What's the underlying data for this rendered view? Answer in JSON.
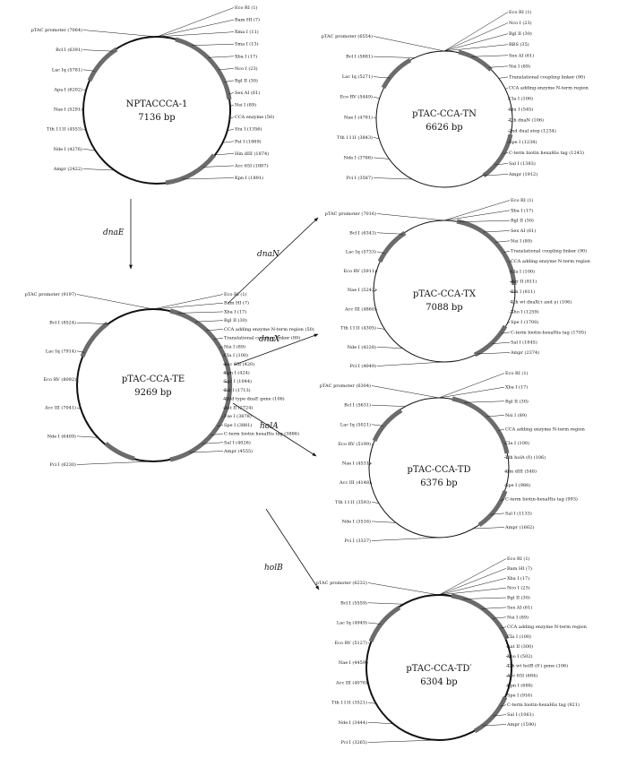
{
  "colors": {
    "ink": "#111111",
    "gene": "#6b6b6b",
    "background": "#ffffff"
  },
  "steps": {
    "dnaE": "dnaE",
    "dnaN": "dnaN",
    "dnaX": "dnaX",
    "holA": "holA",
    "holB": "holB"
  },
  "plasmids": [
    {
      "id": "npt",
      "name": "NPTACCCA-1",
      "size": "7136 bp",
      "labels": [
        "Eco RI (1)",
        "Bam HI (7)",
        "Xma I (11)",
        "Sma I (13)",
        "Xba I (17)",
        "Nco I (23)",
        "Bgl II (30)",
        "Sex AI (61)",
        "Nsi I (89)",
        "CCA enzyme (50)",
        "Stu I (1356)",
        "Pst I (1869)",
        "Hin dIII (1874)",
        "Acc 65I (1887)",
        "Kpn I (1891)",
        "Ampr (2422)",
        "Nde I (4276)",
        "Tth 111I (4553)",
        "Nae I (5291)",
        "Apa I (6202)",
        "Lac Iq (5781)",
        "Bcl I (6391)",
        "pTAC promoter (7064)"
      ]
    },
    {
      "id": "te",
      "name": "pTAC-CCA-TE",
      "size": "9269 bp",
      "labels": [
        "Eco RI (1)",
        "Bam HI (7)",
        "Xba I (17)",
        "Bgl II (30)",
        "CCA adding enzyme N-term region (50)",
        "Translational coupling linker (89)",
        "Nsi I (89)",
        "Cla I (100)",
        "Acc 65I (420)",
        "Kpn I (424)",
        "Sac I (1044)",
        "Pst I (1713)",
        "Wild type dnaE gene (106)",
        "Aat II (2724)",
        "Fse I (3878)",
        "Spe I (3881)",
        "C-term biotin hexaHis tag (3886)",
        "Sal I (4026)",
        "Ampr (4555)",
        "Pci I (6230)",
        "Nde I (6409)",
        "Acc III (7041)",
        "Eco RV (8092)",
        "Lac Iq (7914)",
        "Bcl I (8524)",
        "pTAC promoter (9197)"
      ]
    },
    {
      "id": "tn",
      "name": "pTAC-CCA-TN",
      "size": "6626 bp",
      "labels": [
        "Eco RI (1)",
        "Nco I (23)",
        "Bgl II (30)",
        "RBS (35)",
        "Sex AI (61)",
        "Nsi I (89)",
        "Translational coupling linker (90)",
        "CCA adding enzyme N-term region",
        "Cla I (100)",
        "Stu I (545)",
        "Tth dnaN (106)",
        "2nd dual stop (1234)",
        "Spe I (1238)",
        "C-term biotin hexaHis tag (1243)",
        "Sal I (1383)",
        "Ampr (1912)",
        "Pci I (3587)",
        "Nde I (3766)",
        "Tth 111I (3843)",
        "Nae I (4781)",
        "Eco RV (5449)",
        "Lac Iq (5271)",
        "Bcl I (5881)",
        "pTAC promoter (6554)"
      ]
    },
    {
      "id": "tx",
      "name": "pTAC-CCA-TX",
      "size": "7088 bp",
      "labels": [
        "Eco RI (1)",
        "Xba I (17)",
        "Bgl II (30)",
        "Sex AI (61)",
        "Nsi I (89)",
        "Translational coupling linker (90)",
        "CCA adding enzyme N-term region",
        "Cla I (100)",
        "Avr II (811)",
        "Bln I (811)",
        "Tth wt dnaX(τ and γ) (106)",
        "Xho I (1259)",
        "Spe I (1700)",
        "C-term biotin-hexaHis tag (1705)",
        "Sal I (1845)",
        "Ampr (2374)",
        "Pci I (4049)",
        "Nde I (4228)",
        "Tth 111I (4305)",
        "Acc III (4860)",
        "Nae I (5243)",
        "Eco RV (5911)",
        "Lac Iq (5733)",
        "Bcl I (6343)",
        "pTAC promoter (7016)"
      ]
    },
    {
      "id": "td",
      "name": "pTAC-CCA-TD",
      "size": "6376 bp",
      "labels": [
        "Eco RI (1)",
        "Xba I (17)",
        "Bgl II (30)",
        "Nsi I (89)",
        "CCA adding enzyme N-term region",
        "Cla I (100)",
        "Tth holA (δ) (106)",
        "Hin dIII (548)",
        "Spe I (988)",
        "C-term biotin-hexaHis tag (993)",
        "Sal I (1133)",
        "Ampr (1662)",
        "Pci I (3337)",
        "Nde I (3516)",
        "Tth 111I (3593)",
        "Acc III (4148)",
        "Nae I (4531)",
        "Eco RV (5199)",
        "Lac Iq (5021)",
        "Bcl I (5631)",
        "pTAC promoter (6304)"
      ]
    },
    {
      "id": "tdp",
      "name": "pTAC-CCA-TD′",
      "size": "6304 bp",
      "labels": [
        "Eco RI (1)",
        "Bam HI (7)",
        "Xba I (17)",
        "Nco I (23)",
        "Bgl II (30)",
        "Sex AI (61)",
        "Nsi I (89)",
        "CCA adding enzyme N-term region",
        "Cla I (100)",
        "Aat II (300)",
        "Xho I (502)",
        "Tth wt holB (δ′) gene (106)",
        "Acc 65I (684)",
        "Kpn I (688)",
        "Spe I (916)",
        "C-term biotin-hexaHis tag (921)",
        "Sal I (1061)",
        "Ampr (1590)",
        "Pci I (3265)",
        "Nde I (3444)",
        "Tth 111I (3521)",
        "Acc III (4076)",
        "Nae I (4459)",
        "Eco RV (5127)",
        "Lac Iq (4949)",
        "Bcl I (5559)",
        "pTAC promoter (6232)"
      ]
    }
  ]
}
